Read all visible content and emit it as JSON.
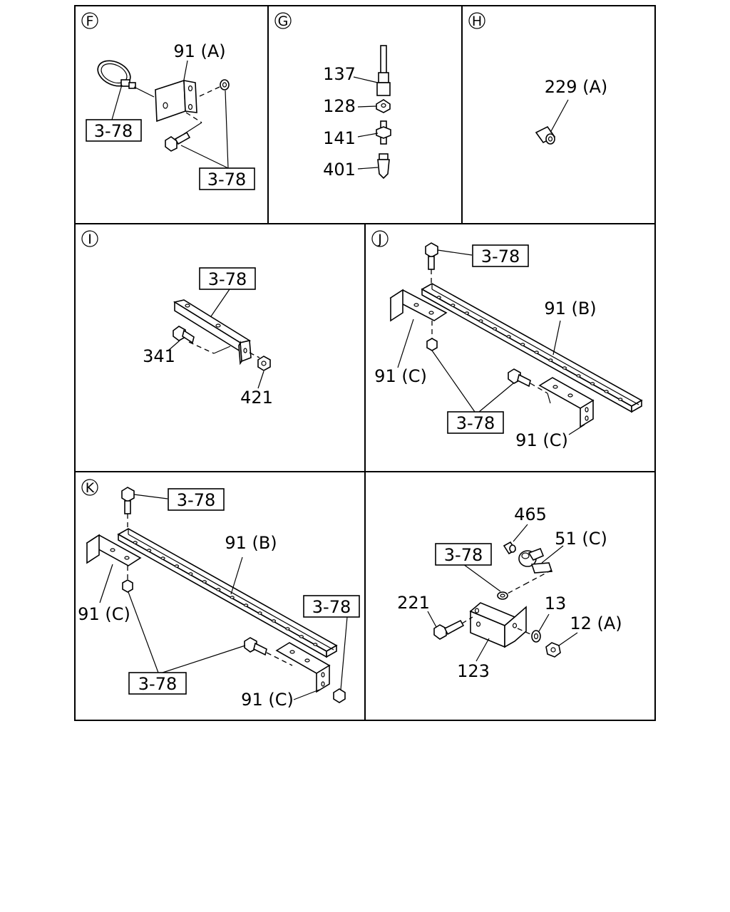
{
  "sections": {
    "F": {
      "marker": "F",
      "labels": {
        "bracket": "91 (A)"
      },
      "refs": [
        "3-78",
        "3-78"
      ]
    },
    "G": {
      "marker": "G",
      "labels": {
        "p137": "137",
        "p128": "128",
        "p141": "141",
        "p401": "401"
      }
    },
    "H": {
      "marker": "H",
      "labels": {
        "p229": "229 (A)"
      }
    },
    "I": {
      "marker": "I",
      "labels": {
        "p341": "341",
        "p421": "421"
      },
      "refs": [
        "3-78"
      ]
    },
    "J": {
      "marker": "J",
      "labels": {
        "rail": "91 (B)",
        "left_bracket": "91 (C)",
        "right_bracket": "91 (C)"
      },
      "refs": [
        "3-78",
        "3-78"
      ]
    },
    "K": {
      "marker": "K",
      "labels": {
        "rail": "91 (B)",
        "left_bracket": "91 (C)",
        "right_bracket": "91 (C)"
      },
      "refs": [
        "3-78",
        "3-78",
        "3-78"
      ]
    },
    "L": {
      "labels": {
        "p465": "465",
        "p51": "51 (C)",
        "p221": "221",
        "p13": "13",
        "p12": "12 (A)",
        "p123": "123"
      },
      "refs": [
        "3-78"
      ]
    }
  }
}
